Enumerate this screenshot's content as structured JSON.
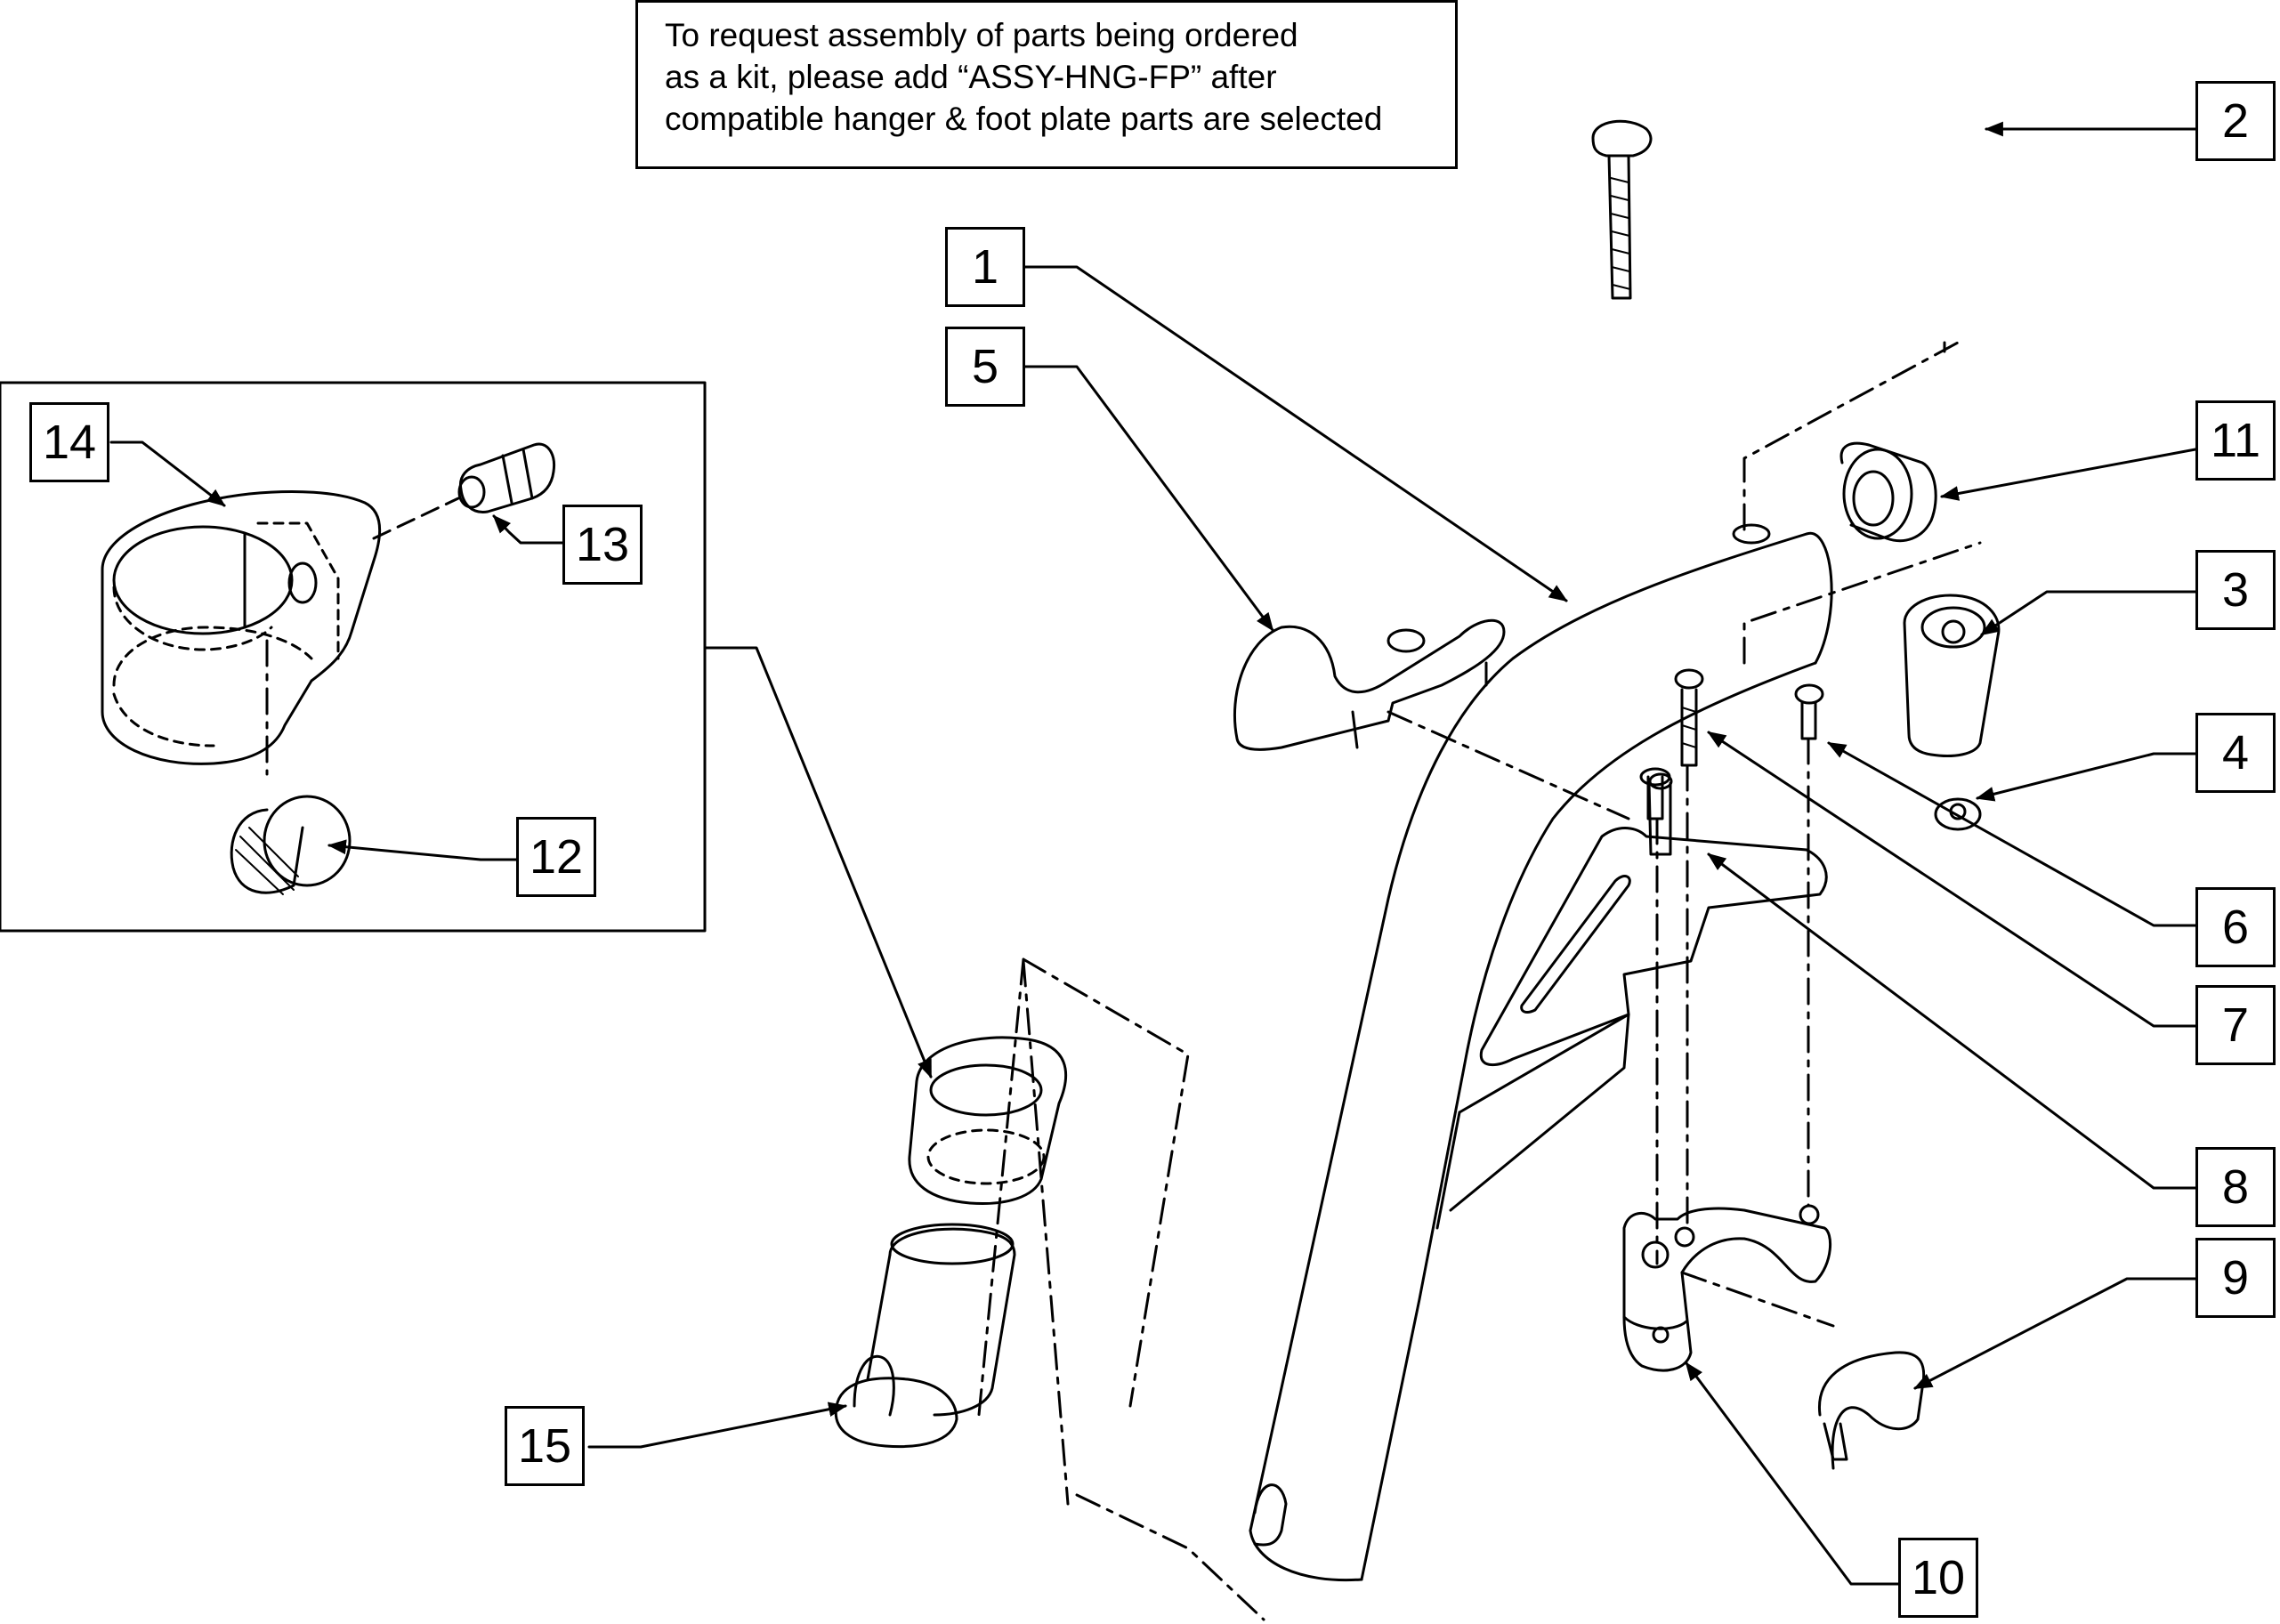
{
  "note": {
    "lines": [
      "To request assembly of parts being ordered",
      "as a kit, please add “ASSY-HNG-FP” after",
      "compatible hanger & foot plate parts are selected"
    ]
  },
  "callouts": {
    "c1": "1",
    "c2": "2",
    "c3": "3",
    "c4": "4",
    "c5": "5",
    "c6": "6",
    "c7": "7",
    "c8": "8",
    "c9": "9",
    "c10": "10",
    "c11": "11",
    "c12": "12",
    "c13": "13",
    "c14": "14",
    "c15": "15"
  },
  "colors": {
    "line": "#000000",
    "background": "#ffffff"
  }
}
